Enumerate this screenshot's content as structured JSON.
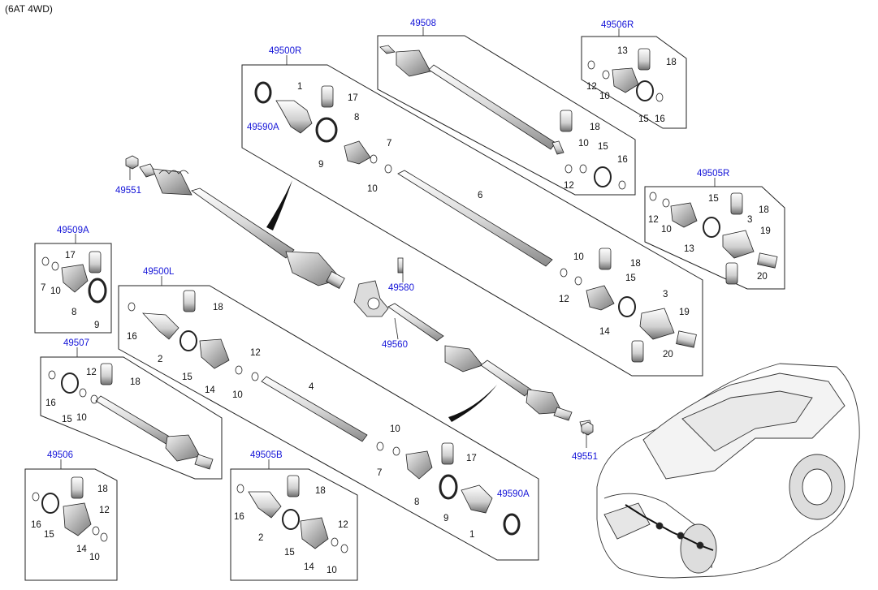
{
  "variant_label": "(6AT 4WD)",
  "colors": {
    "part_code": "#1515d8",
    "item_number": "#111111",
    "line": "#222222"
  },
  "assembly_codes": [
    {
      "id": "a49500R",
      "code": "49500R"
    },
    {
      "id": "a49508",
      "code": "49508"
    },
    {
      "id": "a49506R",
      "code": "49506R"
    },
    {
      "id": "a49505R",
      "code": "49505R"
    },
    {
      "id": "a49509A",
      "code": "49509A"
    },
    {
      "id": "a49500L",
      "code": "49500L"
    },
    {
      "id": "a49507",
      "code": "49507"
    },
    {
      "id": "a49506",
      "code": "49506"
    },
    {
      "id": "a49505B",
      "code": "49505B"
    },
    {
      "id": "a49590A_top",
      "code": "49590A"
    },
    {
      "id": "a49590A_bot",
      "code": "49590A"
    },
    {
      "id": "a49551_left",
      "code": "49551"
    },
    {
      "id": "a49551_right",
      "code": "49551"
    },
    {
      "id": "a49580",
      "code": "49580"
    },
    {
      "id": "a49560",
      "code": "49560"
    }
  ],
  "item_numbers": [
    "1",
    "17",
    "8",
    "7",
    "9",
    "10",
    "18",
    "10",
    "15",
    "16",
    "12",
    "6",
    "10",
    "12",
    "18",
    "15",
    "14",
    "3",
    "19",
    "20",
    "13",
    "18",
    "12",
    "10",
    "15",
    "16",
    "15",
    "18",
    "12",
    "10",
    "13",
    "3",
    "19",
    "20",
    "17",
    "7",
    "10",
    "8",
    "9",
    "18",
    "16",
    "2",
    "15",
    "14",
    "12",
    "10",
    "4",
    "10",
    "7",
    "17",
    "8",
    "9",
    "1",
    "12",
    "18",
    "16",
    "15",
    "10",
    "18",
    "16",
    "15",
    "14",
    "12",
    "10",
    "18",
    "16",
    "2",
    "15",
    "14",
    "12",
    "10"
  ]
}
